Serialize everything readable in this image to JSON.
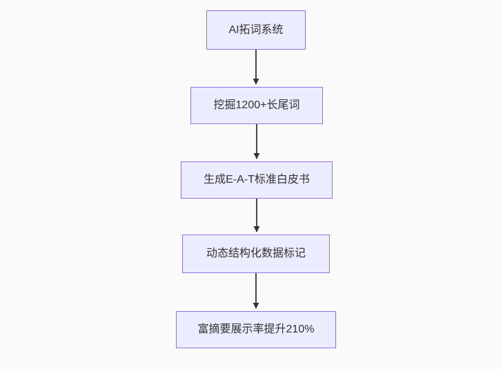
{
  "page": {
    "background_color": "#fafafa"
  },
  "flowchart": {
    "type": "flowchart",
    "direction": "top-down",
    "node_fill_color": "#ECECFF",
    "node_border_color": "#9370DB",
    "node_text_color": "#333333",
    "arrow_color": "#333333",
    "nodes": [
      {
        "label": "AI拓词系统"
      },
      {
        "label": "挖掘1200+长尾词"
      },
      {
        "label": "生成E-A-T标准白皮书"
      },
      {
        "label": "动态结构化数据标记"
      },
      {
        "label": "富摘要展示率提升210%"
      }
    ],
    "edges": [
      {
        "from": 0,
        "to": 1
      },
      {
        "from": 1,
        "to": 2
      },
      {
        "from": 2,
        "to": 3
      },
      {
        "from": 3,
        "to": 4
      }
    ]
  }
}
